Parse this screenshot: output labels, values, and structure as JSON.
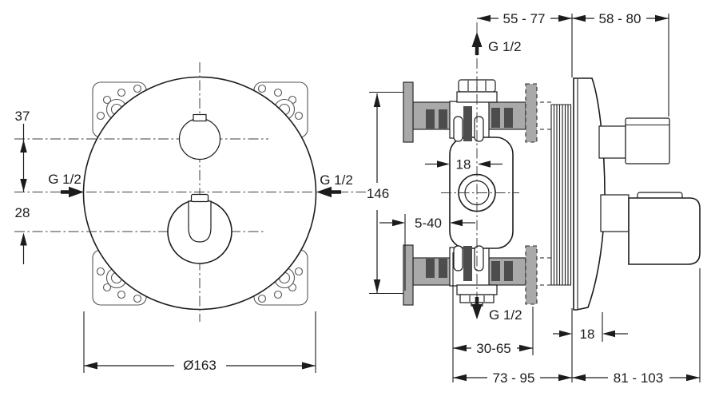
{
  "colors": {
    "line": "#1c1c1c",
    "centerline": "#3c3c3c",
    "gray_fill": "#a9a9a9",
    "dark_fill": "#4d4d4d",
    "background": "#ffffff"
  },
  "front_view": {
    "dim_offset_top": "37",
    "dim_offset_bottom": "28",
    "thread_left": "G 1/2",
    "thread_right": "G 1/2",
    "dim_diameter": "Ø163"
  },
  "side_view": {
    "dim_top_left": "55 - 77",
    "dim_top_right": "58 - 80",
    "thread_top": "G 1/2",
    "thread_bottom": "G 1/2",
    "dim_height": "146",
    "dim_axis": "18",
    "dim_adjust": "5-40",
    "dim_rough_in": "30-65",
    "dim_plate": "18",
    "dim_bottom_left": "73 - 95",
    "dim_bottom_right": "81 - 103"
  }
}
